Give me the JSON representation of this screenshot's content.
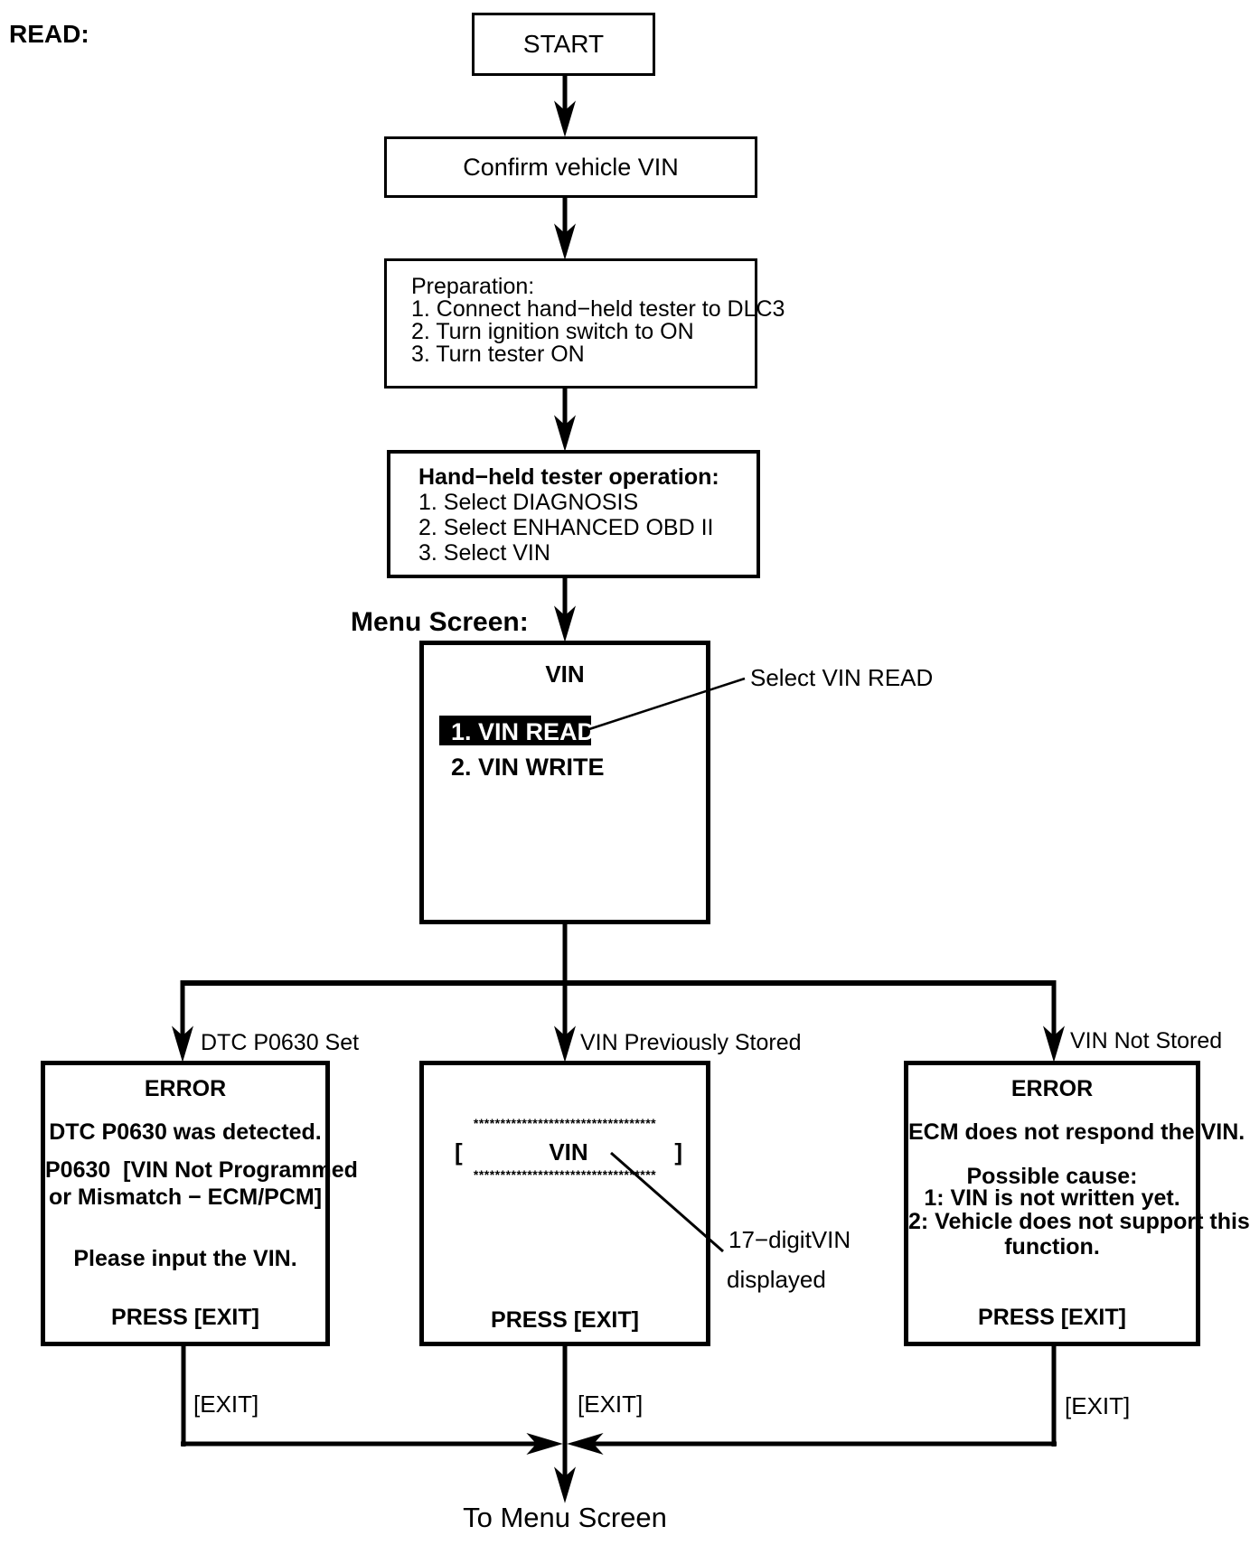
{
  "page": {
    "corner_label": "READ:"
  },
  "flow": {
    "start": "START",
    "confirm": "Confirm vehicle VIN",
    "preparation": {
      "title": "Preparation:",
      "items": [
        "1. Connect hand−held tester to DLC3",
        "2. Turn ignition switch to ON",
        "3. Turn tester ON"
      ]
    },
    "tester_op": {
      "title": "Hand−held tester operation:",
      "items": [
        "1. Select DIAGNOSIS",
        "2. Select ENHANCED OBD II",
        "3. Select VIN"
      ]
    },
    "menu_screen_label": "Menu Screen:",
    "menu": {
      "title": "VIN",
      "item_read": "1. VIN READ",
      "item_write": "2. VIN WRITE",
      "callout": "Select VIN READ"
    },
    "branch_labels": {
      "left": "DTC P0630 Set",
      "middle": "VIN Previously Stored",
      "right": "VIN Not Stored"
    },
    "error_left": {
      "title": "ERROR",
      "line1": "DTC P0630 was detected.",
      "line2": "P0630  [VIN Not Programmed",
      "line3": "or Mismatch − ECM/PCM]",
      "line4": "Please input the VIN.",
      "press": "PRESS [EXIT]"
    },
    "vin_screen": {
      "stars": "**********************************",
      "bracket_open": "[",
      "vin": "VIN",
      "bracket_close": "]",
      "press": "PRESS [EXIT]",
      "callout_line1": "17−digitVIN",
      "callout_line2": "displayed"
    },
    "error_right": {
      "title": "ERROR",
      "line1": "ECM does not respond the VIN.",
      "line2": "Possible cause:",
      "line3": "1: VIN is not written yet.",
      "line4": "2: Vehicle does not support this",
      "line5": "function.",
      "press": "PRESS [EXIT]"
    },
    "exits": {
      "left": "[EXIT]",
      "middle": "[EXIT]",
      "right": "[EXIT]"
    },
    "footer": "To Menu Screen"
  },
  "colors": {
    "ink": "#000000",
    "paper": "#ffffff",
    "highlight_bg": "#000000",
    "highlight_fg": "#ffffff"
  }
}
